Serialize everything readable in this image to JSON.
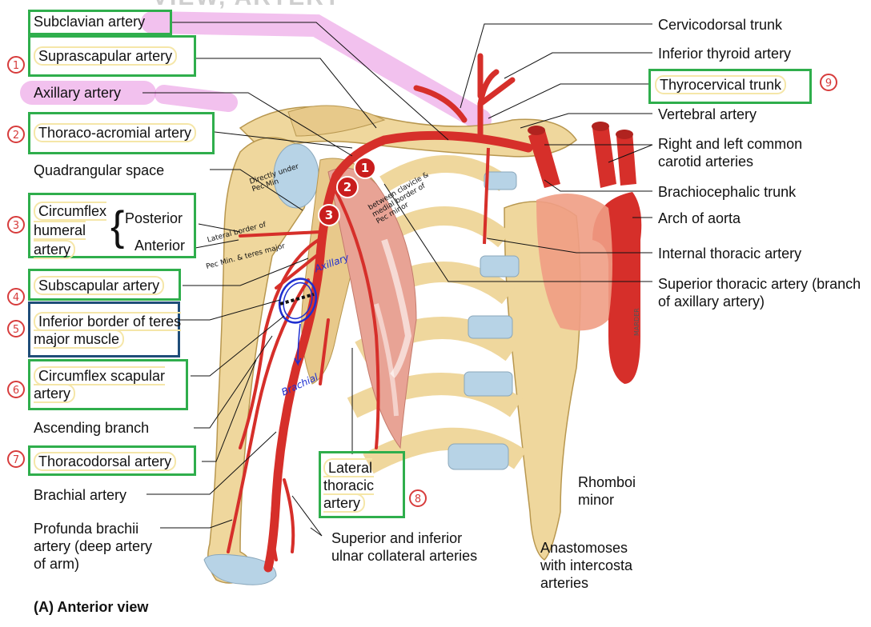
{
  "header_fragment": "VIEW, ARTERY",
  "caption": "(A) Anterior view",
  "stamp": "MARDER",
  "labels": {
    "subclavian": "Subclavian artery",
    "suprascapular": "Suprascapular artery",
    "axillary": "Axillary artery",
    "thoraco_acromial": "Thoraco-acromial artery",
    "quadrangular": "Quadrangular space",
    "circumflex_humeral": "Circumflex humeral artery",
    "posterior": "Posterior",
    "anterior": "Anterior",
    "subscapular": "Subscapular artery",
    "inferior_border": "Inferior border of teres major muscle",
    "circumflex_scapular": "Circumflex scapular artery",
    "ascending_branch": "Ascending branch",
    "thoracodorsal": "Thoracodorsal artery",
    "brachial": "Brachial artery",
    "profunda": "Profunda brachii artery (deep artery of arm)",
    "ulnar_collateral": "Superior and inferior ulnar collateral arteries",
    "lateral_thoracic": "Lateral thoracic artery",
    "rhomboid": "Rhomboi minor",
    "anastomoses": "Anastomoses with intercosta arteries",
    "cervicodorsal": "Cervicodorsal trunk",
    "inferior_thyroid": "Inferior thyroid artery",
    "thyrocervical": "Thyrocervical trunk",
    "vertebral": "Vertebral artery",
    "carotid": "Right and left common carotid arteries",
    "brachiocephalic": "Brachiocephalic trunk",
    "arch": "Arch of aorta",
    "internal_thoracic": "Internal thoracic artery",
    "superior_thoracic": "Superior thoracic artery (branch of axillary artery)"
  },
  "annotations": {
    "circled_numbers": [
      "1",
      "2",
      "3",
      "4",
      "5",
      "6",
      "7",
      "8",
      "9"
    ],
    "part_numbers": [
      "1",
      "2",
      "3"
    ],
    "handwritten": {
      "under_pec": "Directly under Pec Min",
      "between": "between clavicle & medial border of Pec minor",
      "lateral_border": "Lateral border of",
      "pec_teres": "Pec Min. & teres major",
      "axillary": "Axillary",
      "brachial": "Brachial"
    }
  },
  "colors": {
    "green_box": "#2fae4c",
    "navy_box": "#1f4d78",
    "highlight_pink": "#e78ee0",
    "highlight_yellow": "#f5e6a8",
    "artery": "#d62f2a",
    "bone": "#efd79d",
    "aorta_pink": "#ef9d84",
    "pen_red": "#d73c3c",
    "pen_blue": "#1e2fd0"
  }
}
